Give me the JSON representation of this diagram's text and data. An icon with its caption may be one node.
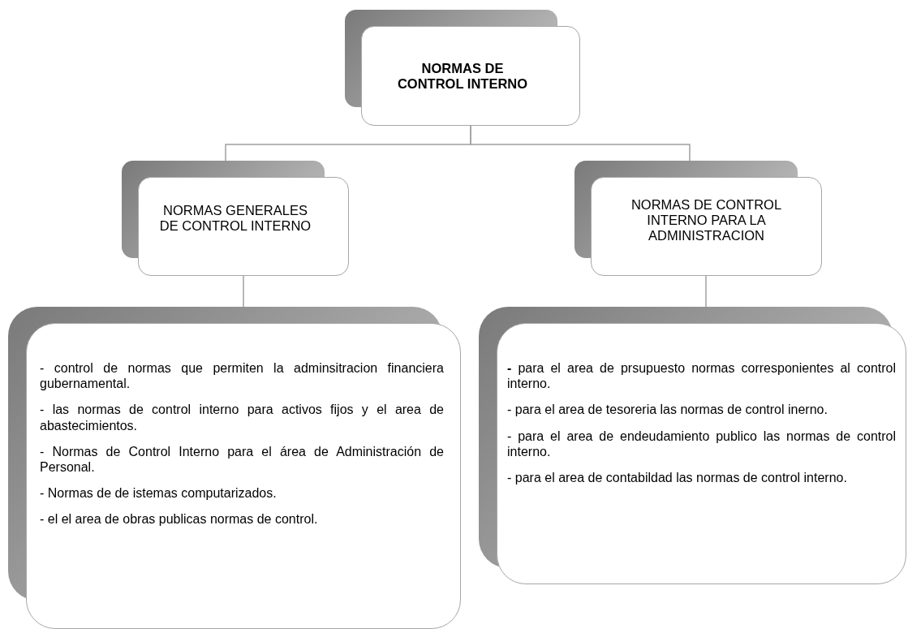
{
  "diagram": {
    "nodes": [
      {
        "text": [
          "NORMAS DE CONTROL INTERNO"
        ]
      },
      {
        "text": [
          "NORMAS GENERALES DE CONTROL INTERNO"
        ]
      },
      {
        "text": [
          "NORMAS DE CONTROL INTERNO PARA LA ADMINISTRACION"
        ]
      },
      {
        "text": [
          "- control de normas que permiten la adminsitracion financiera gubernamental.",
          "- las normas de control interno para activos fijos y el area de abastecimientos.",
          "- Normas de Control Interno para el área de Administración de Personal.",
          "- Normas de de istemas computarizados.",
          "- el el area de obras publicas normas de control."
        ]
      },
      {
        "text": [
          "**-** para el area de prsupuesto normas corresponientes al control interno.",
          "- para el area de tesoreria las normas de control inerno.",
          "- para el area de endeudamiento publico las normas de control interno.",
          "- para el area de contabildad las normas de control interno."
        ]
      }
    ],
    "edges": [
      {
        "from": 0,
        "to": 1,
        "arrow": "none"
      },
      {
        "from": 0,
        "to": 2,
        "arrow": "none"
      },
      {
        "from": 1,
        "to": 3,
        "arrow": "none"
      },
      {
        "from": 2,
        "to": 4,
        "arrow": "none"
      }
    ]
  }
}
